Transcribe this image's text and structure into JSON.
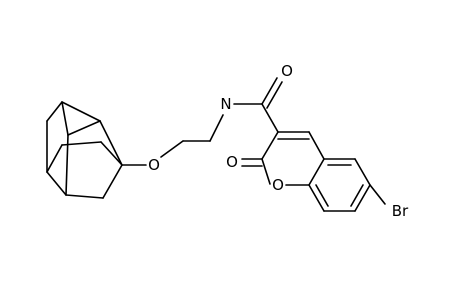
{
  "molecule": {
    "atoms": {
      "amide_n": "N",
      "amide_o": "O",
      "ether_o": "O",
      "lactone_carbonyl_o": "O",
      "ring_o": "O",
      "bromine": "Br"
    }
  }
}
